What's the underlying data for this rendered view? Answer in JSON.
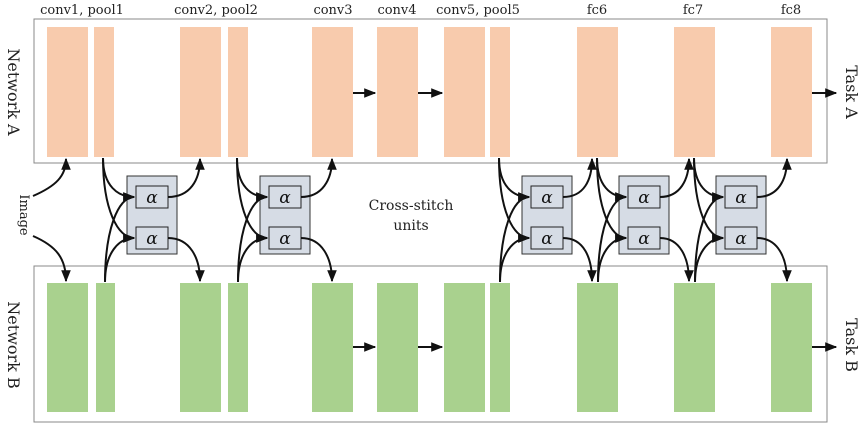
{
  "layers": [
    {
      "label": "conv1, pool1"
    },
    {
      "label": "conv2, pool2"
    },
    {
      "label": "conv3"
    },
    {
      "label": "conv4"
    },
    {
      "label": "conv5, pool5"
    },
    {
      "label": "fc6"
    },
    {
      "label": "fc7"
    },
    {
      "label": "fc8"
    }
  ],
  "network_a": {
    "label": "Network A",
    "task": "Task A",
    "color": "#f8cbad"
  },
  "network_b": {
    "label": "Network B",
    "task": "Task B",
    "color": "#a9d18e"
  },
  "input_label": "Image",
  "cross_stitch": {
    "line1": "Cross-stitch",
    "line2": "units",
    "symbol": "α",
    "color": "#d6dce5"
  }
}
